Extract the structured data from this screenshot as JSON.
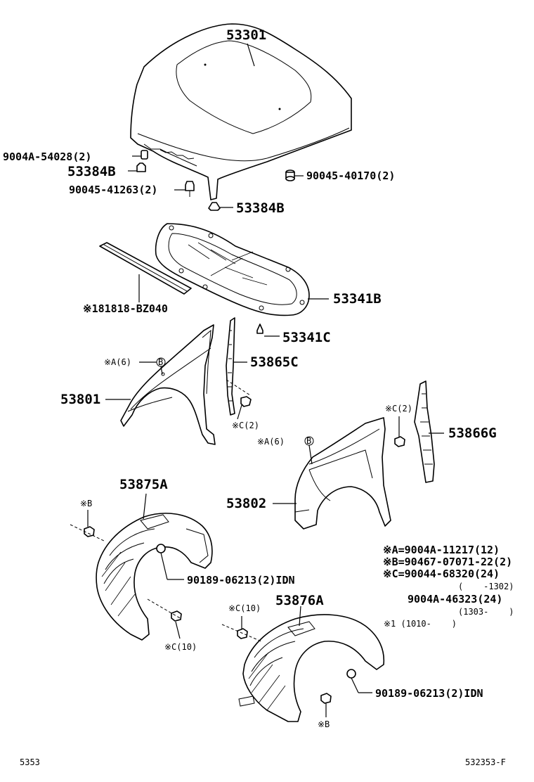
{
  "labels": {
    "hood": "53301",
    "hood_clip": "9004A-54028(2)",
    "hood_cushion_left": "53384B",
    "hood_clip_2": "90045-41263(2)",
    "hood_clip_right": "90045-40170(2)",
    "hood_cushion_center": "53384B",
    "insulator": "53341B",
    "seal": "※181818-BZ040",
    "insulator_clip": "53341C",
    "fender_left": "53801",
    "fender_left_ref": "※A(6)",
    "fender_left_b": "B",
    "fender_seal_left": "53865C",
    "fender_seal_left_ref": "※C(2)",
    "fender_right": "53802",
    "fender_right_ref": "※A(6)",
    "fender_right_b": "B",
    "fender_seal_right": "53866G",
    "fender_seal_right_ref": "※C(2)",
    "liner_left": "53875A",
    "liner_left_ref_b": "※B",
    "liner_left_clip": "90189-06213(2)IDN",
    "liner_left_ref_c": "※C(10)",
    "liner_right": "53876A",
    "liner_right_ref_c": "※C(10)",
    "liner_right_clip": "90189-06213(2)IDN",
    "liner_right_ref_b": "※B"
  },
  "legend": {
    "a": "※A=9004A-11217(12)",
    "b": "※B=90467-07071-22(2)",
    "c": "※C=90044-68320(24)",
    "c_range": "(    -1302)",
    "d": "9004A-46323(24)",
    "d_range": "(1303-    )",
    "note1": "※1 (1010-    )"
  },
  "footer": {
    "left": "5353",
    "right": "532353-F"
  }
}
